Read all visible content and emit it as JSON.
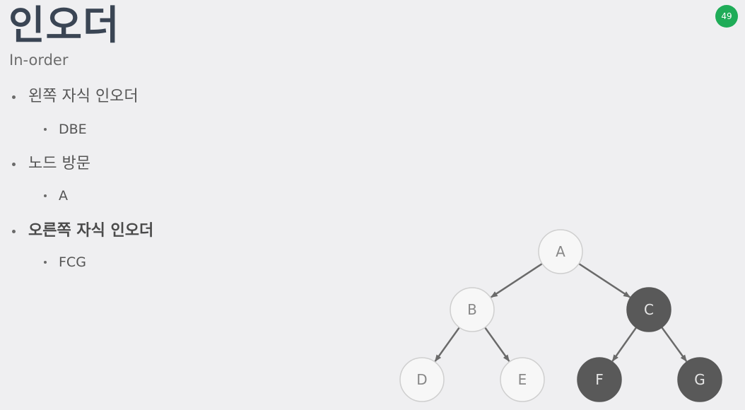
{
  "slide": {
    "title": "인오더",
    "subtitle": "In-order",
    "page_number": "49"
  },
  "bullets": [
    {
      "text": "왼쪽 자식 인오더",
      "bold": false,
      "sub": "DBE"
    },
    {
      "text": "노드 방문",
      "bold": false,
      "sub": "A"
    },
    {
      "text": "오른쪽 자식 인오더",
      "bold": true,
      "sub": "FCG"
    }
  ],
  "tree": {
    "nodes": [
      {
        "id": "A",
        "label": "A",
        "highlighted": false
      },
      {
        "id": "B",
        "label": "B",
        "highlighted": false
      },
      {
        "id": "C",
        "label": "C",
        "highlighted": true
      },
      {
        "id": "D",
        "label": "D",
        "highlighted": false
      },
      {
        "id": "E",
        "label": "E",
        "highlighted": false
      },
      {
        "id": "F",
        "label": "F",
        "highlighted": true
      },
      {
        "id": "G",
        "label": "G",
        "highlighted": true
      }
    ],
    "edges": [
      {
        "from": "A",
        "to": "B"
      },
      {
        "from": "A",
        "to": "C"
      },
      {
        "from": "B",
        "to": "D"
      },
      {
        "from": "B",
        "to": "E"
      },
      {
        "from": "C",
        "to": "F"
      },
      {
        "from": "C",
        "to": "G"
      }
    ],
    "colors": {
      "node_fill": "#f7f7f7",
      "node_stroke": "#cfcfcf",
      "node_text": "#888888",
      "highlight_fill": "#595959",
      "highlight_text": "#e6e6e6",
      "edge": "#6a6a6a"
    }
  },
  "colors": {
    "background": "#efeff1",
    "title": "#3a4554",
    "badge": "#1fac58"
  }
}
